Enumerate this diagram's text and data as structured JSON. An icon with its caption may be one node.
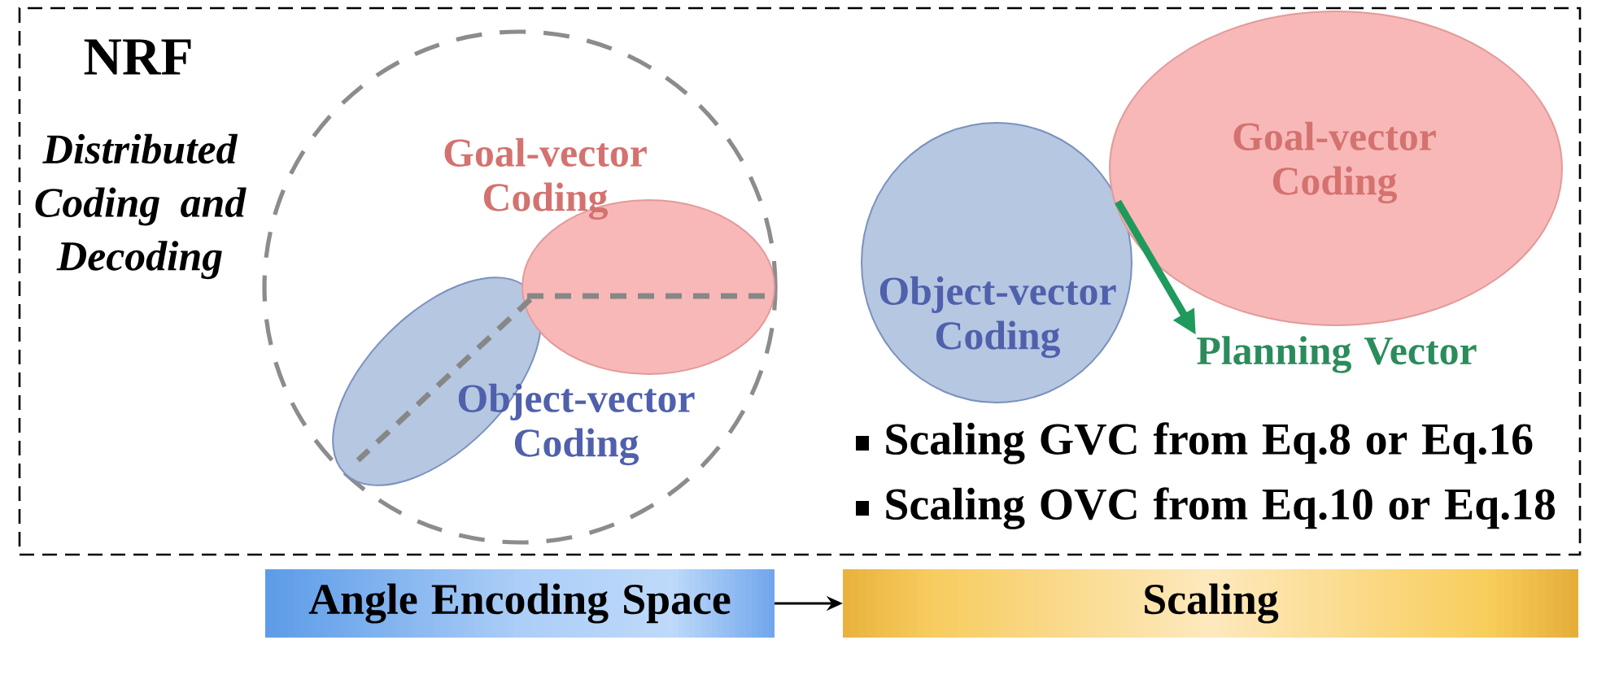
{
  "diagram": {
    "nodes": [
      {
        "text": [
          "NRF",
          "Distributed Coding and Decoding"
        ]
      },
      {
        "text": [],
        "shape": "circle",
        "in": 0
      },
      {
        "text": [
          "Goal-vector Coding"
        ],
        "in": 1
      },
      {
        "text": [
          "Object-vector Coding"
        ],
        "in": 1
      },
      {
        "text": [
          "Object-vector Coding"
        ],
        "in": 0
      },
      {
        "text": [
          "Goal-vector Coding"
        ],
        "in": 0
      },
      {
        "text": [
          "Angle Encoding Space"
        ]
      },
      {
        "text": [
          "Scaling"
        ]
      }
    ],
    "edges": [
      {
        "from": 6,
        "to": 7,
        "arrow": "to"
      }
    ],
    "labels": [
      "Planning Vector",
      "Scaling GVC from Eq.8 or Eq.16",
      "Scaling OVC from Eq.10 or Eq.18"
    ]
  }
}
